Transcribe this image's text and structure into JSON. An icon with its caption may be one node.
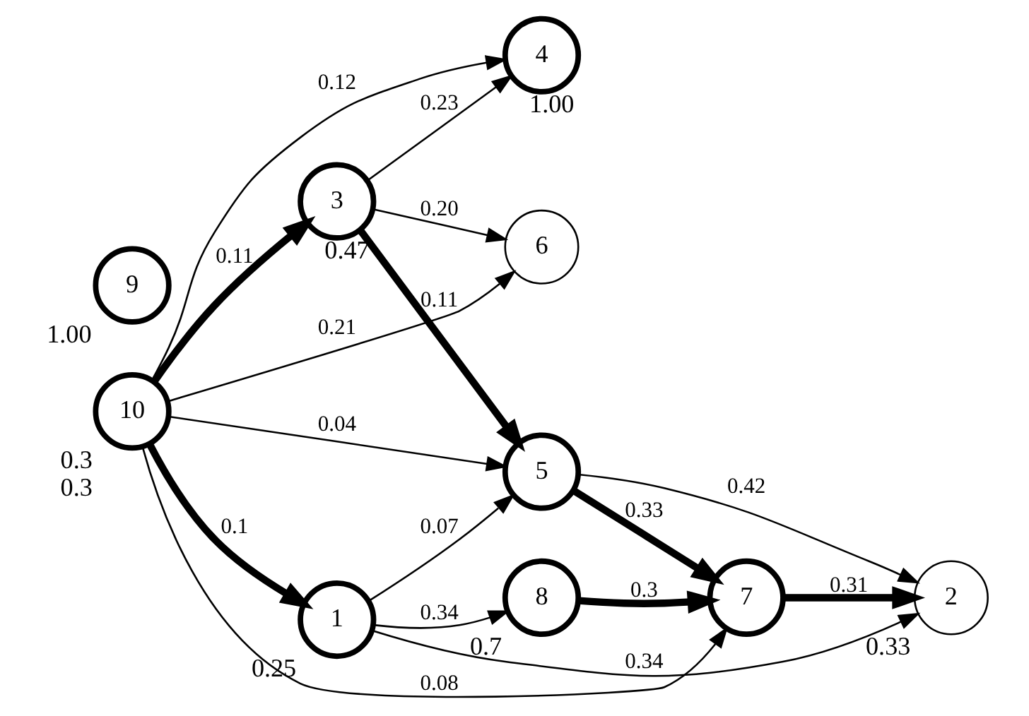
{
  "diagram": {
    "nodes": [
      {
        "text": [
          "4"
        ],
        "beside": [
          "1.00"
        ]
      },
      {
        "text": [
          "6"
        ]
      },
      {
        "text": [
          "9"
        ],
        "beside": [
          "1.00"
        ]
      },
      {
        "text": [
          "10"
        ],
        "beside": [
          "0.3",
          "0.3"
        ]
      },
      {
        "text": [
          "3"
        ],
        "beside": [
          "0.47"
        ]
      },
      {
        "text": [
          "5"
        ]
      },
      {
        "text": [
          "7"
        ]
      },
      {
        "text": [
          "2"
        ],
        "beside": [
          "0.33"
        ]
      },
      {
        "text": [
          "1"
        ],
        "beside": [
          "0.25"
        ]
      },
      {
        "text": [
          "8"
        ],
        "beside": [
          "0.7"
        ]
      }
    ],
    "edges": [
      {
        "from": 3,
        "to": 1,
        "arrow": "to",
        "label": "0.21"
      },
      {
        "from": 3,
        "to": 0,
        "arrow": "to",
        "label": "0.12"
      },
      {
        "from": 4,
        "to": 0,
        "arrow": "to",
        "label": "0.23"
      },
      {
        "from": 4,
        "to": 1,
        "arrow": "to",
        "label": "0.20"
      },
      {
        "from": 3,
        "to": 4,
        "arrow": "to",
        "label": "0.11",
        "style": "thick"
      },
      {
        "from": 4,
        "to": 5,
        "arrow": "to",
        "label": "0.11",
        "style": "thick"
      },
      {
        "from": 5,
        "to": 7,
        "arrow": "to",
        "label": "0.42"
      },
      {
        "from": 5,
        "to": 6,
        "arrow": "to",
        "label": "0.33",
        "style": "thick"
      },
      {
        "from": 6,
        "to": 7,
        "arrow": "to",
        "label": "0.31",
        "style": "thick"
      },
      {
        "from": 3,
        "to": 5,
        "arrow": "to",
        "label": "0.04"
      },
      {
        "from": 3,
        "to": 6,
        "arrow": "to",
        "label": "0.08"
      },
      {
        "from": 3,
        "to": 8,
        "arrow": "to",
        "label": "0.1",
        "style": "thick"
      },
      {
        "from": 8,
        "to": 5,
        "arrow": "to",
        "label": "0.07"
      },
      {
        "from": 8,
        "to": 9,
        "arrow": "to",
        "label": "0.34"
      },
      {
        "from": 9,
        "to": 6,
        "arrow": "to",
        "label": "0.3",
        "style": "thick"
      },
      {
        "from": 8,
        "to": 7,
        "arrow": "to",
        "label": "0.34"
      }
    ]
  }
}
